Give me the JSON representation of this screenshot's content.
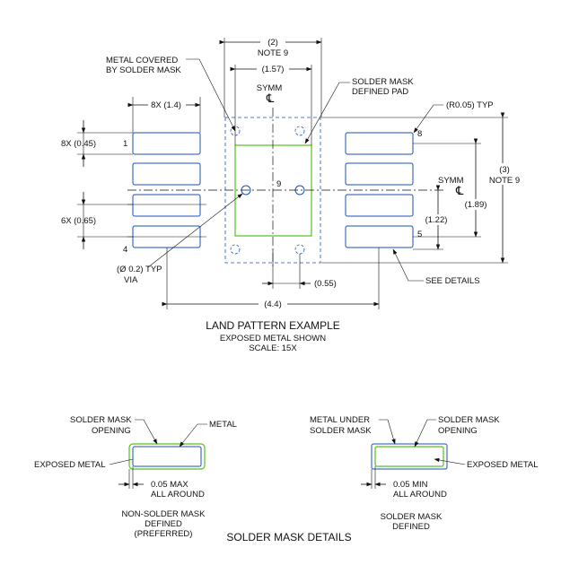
{
  "land_pattern": {
    "title": "LAND PATTERN EXAMPLE",
    "subtitle": "EXPOSED METAL SHOWN",
    "scale": "SCALE: 15X",
    "labels": {
      "metal_covered_1": "METAL COVERED",
      "metal_covered_2": "BY SOLDER MASK",
      "solder_mask_defined_1": "SOLDER MASK",
      "solder_mask_defined_2": "DEFINED PAD",
      "radius": "(R0.05) TYP",
      "symm_top": "SYMM",
      "symm_right": "SYMM",
      "centerline": "℄",
      "see_details": "SEE DETAILS",
      "via_1": "(Ø 0.2) TYP",
      "via_2": "VIA"
    },
    "dimensions": {
      "d_top_outer": "(2)",
      "d_top_note": "NOTE 9",
      "d_top_inner": "(1.57)",
      "d_pad_width": "8X (1.4)",
      "d_pad_height": "8X (0.45)",
      "d_pitch": "6X (0.65)",
      "d_right_outer": "(3)",
      "d_right_note": "NOTE 9",
      "d_right_inner": "(1.89)",
      "d_right_half": "(1.22)",
      "d_bottom_small": "(0.55)",
      "d_overall": "(4.4)"
    },
    "pins": {
      "p1": "1",
      "p4": "4",
      "p5": "5",
      "p8": "8",
      "p9": "9"
    }
  },
  "details": {
    "title": "SOLDER MASK DETAILS",
    "left": {
      "opening_1": "SOLDER MASK",
      "opening_2": "OPENING",
      "metal": "METAL",
      "exposed": "EXPOSED METAL",
      "dim_1": "0.05 MAX",
      "dim_2": "ALL AROUND",
      "caption_1": "NON-SOLDER MASK",
      "caption_2": "DEFINED",
      "caption_3": "(PREFERRED)"
    },
    "right": {
      "metal_under_1": "METAL UNDER",
      "metal_under_2": "SOLDER MASK",
      "opening_1": "SOLDER MASK",
      "opening_2": "OPENING",
      "exposed": "EXPOSED METAL",
      "dim_1": "0.05 MIN",
      "dim_2": "ALL AROUND",
      "caption_1": "SOLDER MASK",
      "caption_2": "DEFINED"
    }
  }
}
